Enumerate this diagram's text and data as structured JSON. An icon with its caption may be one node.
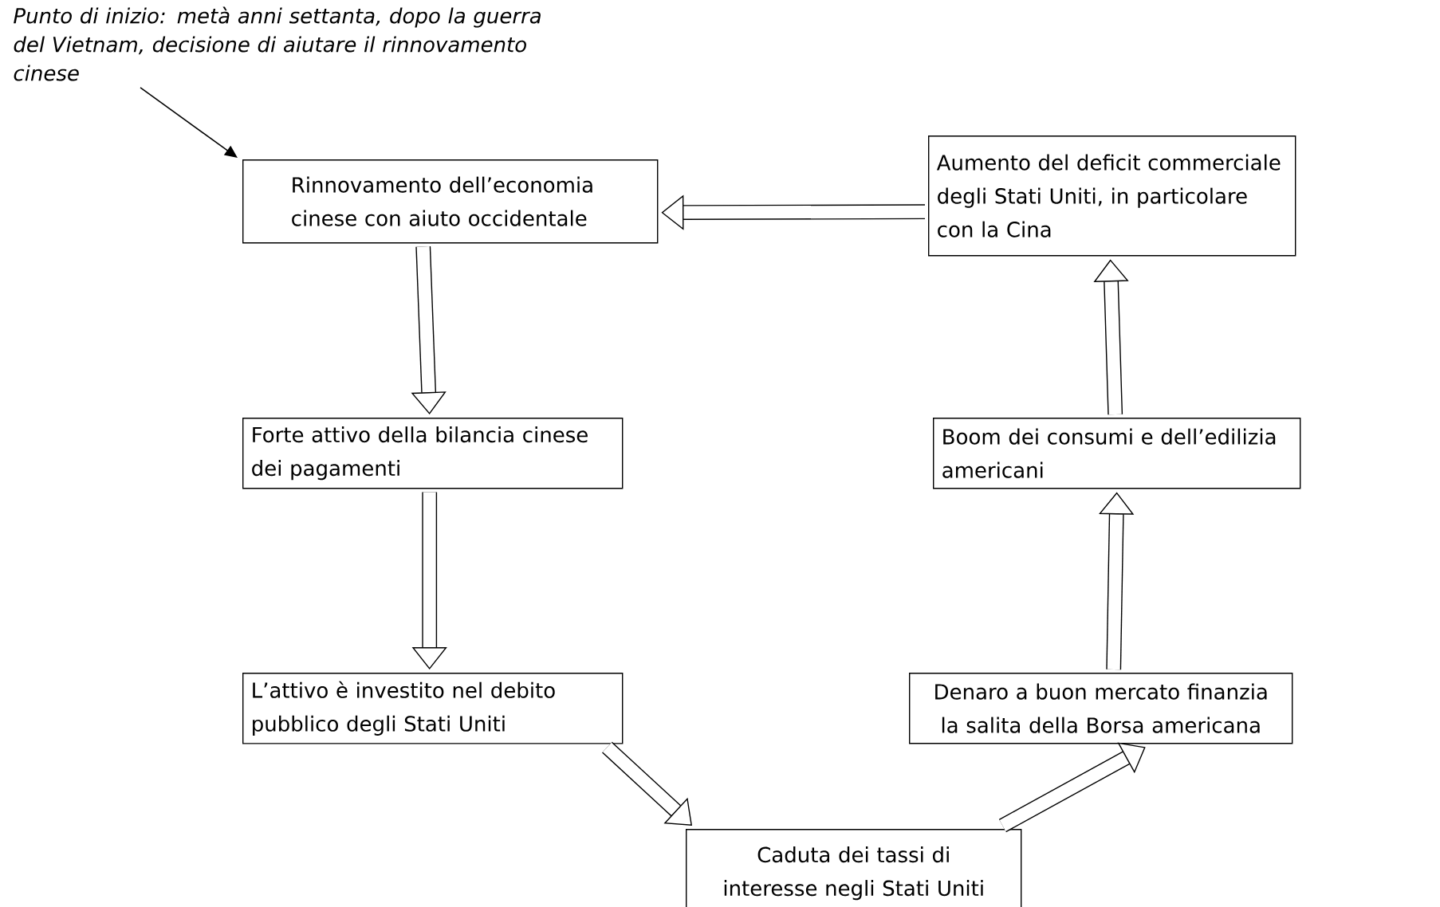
{
  "diagram": {
    "nodes": [
      {
        "text": [
          "Punto di inizio: metà anni settanta, dopo la guerra del Vietnam, decisione di aiutare il rinnovamento cinese"
        ]
      },
      {
        "text": [
          "Rinnovamento dell’economia cinese con aiuto occidentale"
        ]
      },
      {
        "text": [
          "Aumento del deficit commerciale degli Stati Uniti, in particolare con la Cina"
        ]
      },
      {
        "text": [
          "Forte attivo della bilancia cinese dei pagamenti"
        ]
      },
      {
        "text": [
          "Boom dei consumi e dell’edilizia americani"
        ]
      },
      {
        "text": [
          "L’attivo è investito nel debito pubblico degli Stati Uniti"
        ]
      },
      {
        "text": [
          "Denaro a buon mercato finanzia la salita della Borsa americana"
        ]
      },
      {
        "text": [
          "Caduta dei tassi di interesse negli Stati Uniti"
        ]
      }
    ],
    "edges": [
      {
        "from": 0,
        "to": 1,
        "arrow": "to"
      },
      {
        "from": 2,
        "to": 1,
        "arrow": "to"
      },
      {
        "from": 1,
        "to": 3,
        "arrow": "to"
      },
      {
        "from": 3,
        "to": 5,
        "arrow": "to"
      },
      {
        "from": 5,
        "to": 7,
        "arrow": "to"
      },
      {
        "from": 7,
        "to": 6,
        "arrow": "to"
      },
      {
        "from": 6,
        "to": 4,
        "arrow": "to"
      },
      {
        "from": 4,
        "to": 2,
        "arrow": "to"
      }
    ]
  }
}
